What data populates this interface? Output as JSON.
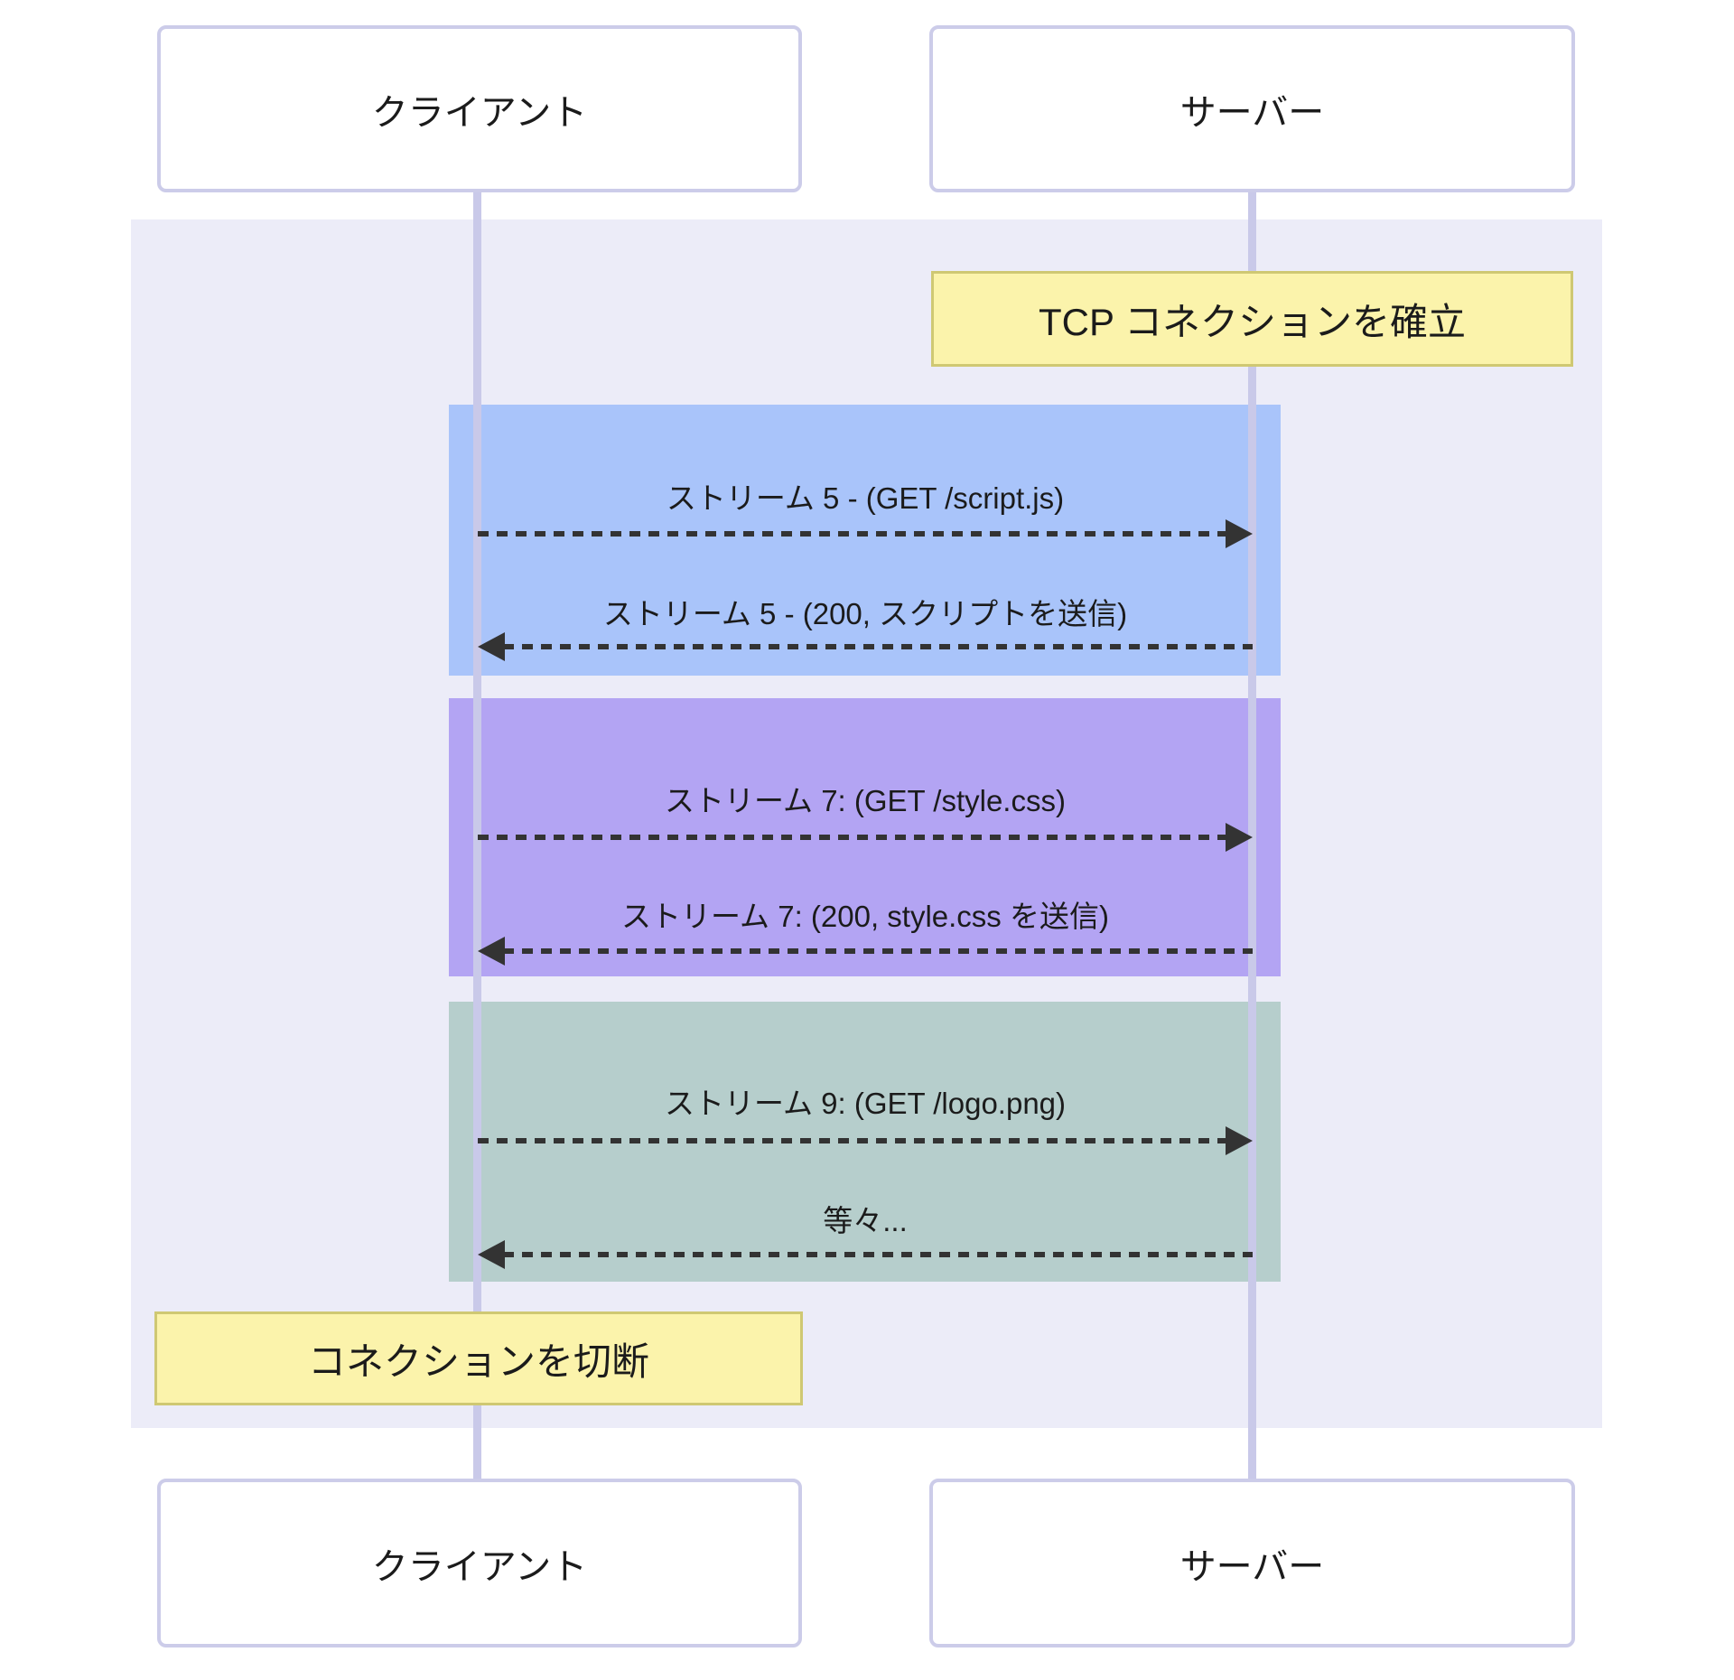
{
  "actors": {
    "client": "クライアント",
    "server": "サーバー"
  },
  "notes": {
    "establish": "TCP コネクションを確立",
    "close": "コネクションを切断"
  },
  "groups": [
    {
      "name": "stream-5",
      "color": "#a9c4fa",
      "messages": [
        {
          "text": "ストリーム 5 - (GET /script.js)",
          "direction": "client-to-server",
          "style": "dashed"
        },
        {
          "text": "ストリーム 5 - (200, スクリプトを送信)",
          "direction": "server-to-client",
          "style": "dashed"
        }
      ]
    },
    {
      "name": "stream-7",
      "color": "#b3a4f3",
      "messages": [
        {
          "text": "ストリーム 7: (GET /style.css)",
          "direction": "client-to-server",
          "style": "dashed"
        },
        {
          "text": "ストリーム 7: (200, style.css を送信)",
          "direction": "server-to-client",
          "style": "dashed"
        }
      ]
    },
    {
      "name": "stream-9",
      "color": "#b6cecc",
      "messages": [
        {
          "text": "ストリーム 9: (GET /logo.png)",
          "direction": "client-to-server",
          "style": "dashed"
        },
        {
          "text": "等々...",
          "direction": "server-to-client",
          "style": "dashed"
        }
      ]
    }
  ],
  "colors": {
    "canvas_background": "#ffffff",
    "sequence_background": "#ececf8",
    "stream5_fill": "#a9c4fa",
    "stream7_fill": "#b3a4f3",
    "stream9_fill": "#b6cecc",
    "note_fill": "#fbf3ab",
    "note_border": "#cfc873",
    "actor_fill": "#ffffff",
    "actor_border": "#cccce9",
    "lifeline": "#c9c9e9",
    "arrow": "#333333",
    "text": "#1b1b1b"
  }
}
